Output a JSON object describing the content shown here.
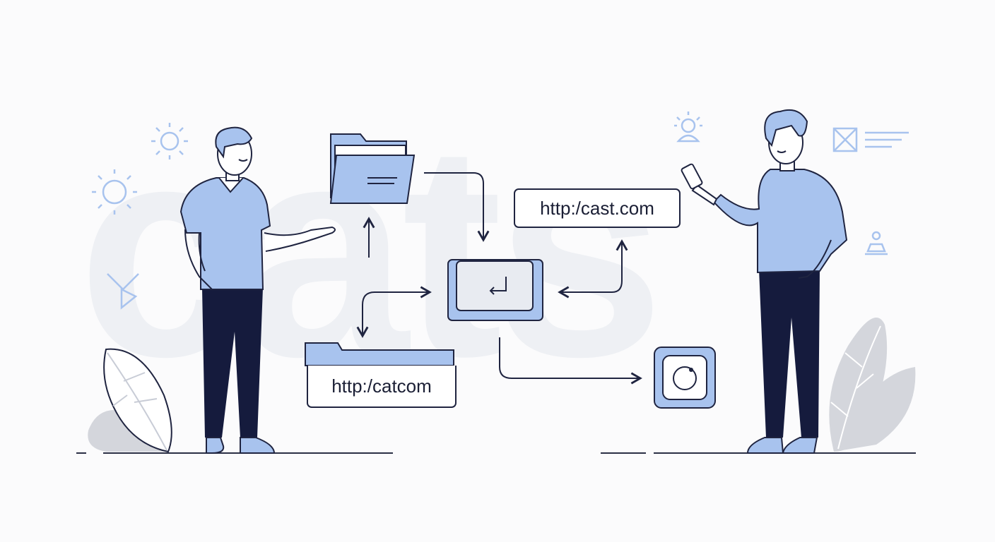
{
  "background_text": "cats",
  "url_top": {
    "label": "http:/cast.com"
  },
  "url_folder": {
    "label": "http:/catcom"
  },
  "colors": {
    "accent": "#a8c3ee",
    "accent_light": "#d8e4f7",
    "outline": "#1f2440",
    "pants": "#151b3d",
    "plant": "#d4d6dc",
    "bg_text": "#eef0f4"
  },
  "icons": [
    "sun-icon",
    "folder-icon",
    "enter-key-icon",
    "app-icon",
    "phone-icon",
    "leaf-plant-icon",
    "document-icon",
    "bell-icon"
  ]
}
